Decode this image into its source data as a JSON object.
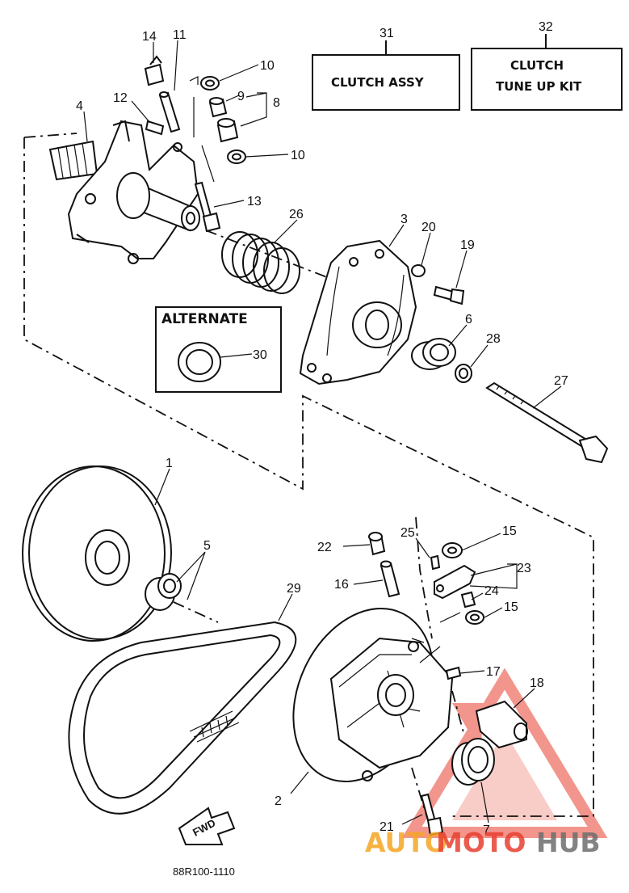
{
  "boxes": {
    "clutch_assy": {
      "num": "31",
      "label": "CLUTCH ASSY"
    },
    "tune_up_kit": {
      "num": "32",
      "line1": "CLUTCH",
      "line2": "TUNE UP KIT"
    },
    "alternate": {
      "label": "ALTERNATE",
      "num": "30"
    }
  },
  "callouts": {
    "c14": "14",
    "c11": "11",
    "c10a": "10",
    "c9": "9",
    "c8": "8",
    "c12": "12",
    "c4": "4",
    "c10b": "10",
    "c13": "13",
    "c26": "26",
    "c3": "3",
    "c20": "20",
    "c19": "19",
    "c6": "6",
    "c28": "28",
    "c27": "27",
    "c1": "1",
    "c5": "5",
    "c29": "29",
    "c22": "22",
    "c25": "25",
    "c15a": "15",
    "c23": "23",
    "c16": "16",
    "c24": "24",
    "c15b": "15",
    "c17": "17",
    "c18": "18",
    "c2": "2",
    "c21": "21",
    "c7": "7"
  },
  "fwd_label": "FWD",
  "diagram_code": "88R100-1110",
  "watermark": {
    "part1": "AUTO",
    "part2": "MOTO",
    "part3": "HUB"
  },
  "colors": {
    "watermark_orange": "#f5a623",
    "watermark_red": "#e8402f",
    "watermark_gray": "#6d6d6d",
    "ink": "#111111"
  }
}
